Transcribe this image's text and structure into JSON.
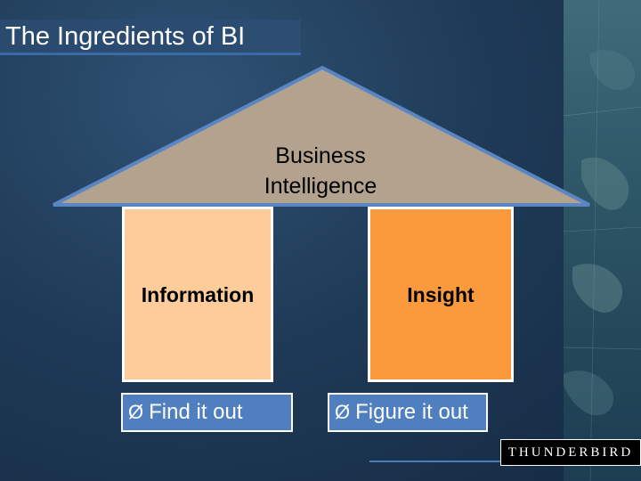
{
  "slide": {
    "title": "The Ingredients of BI"
  },
  "diagram": {
    "roof": {
      "line1": "Business",
      "line2": "Intelligence",
      "color": "#b3a28d"
    },
    "pillars": [
      {
        "label": "Information",
        "color": "#fccc9a"
      },
      {
        "label": "Insight",
        "color": "#fb9a3c"
      }
    ],
    "actions": [
      {
        "bullet": "Ø",
        "text": "Find it out",
        "color": "#4f7fbf"
      },
      {
        "bullet": "Ø",
        "text": "Figure it out",
        "color": "#4f7fbf"
      }
    ]
  },
  "branding": {
    "logo_text": "THUNDERBIRD"
  },
  "icons": {
    "globe": "globe-map-decoration"
  }
}
